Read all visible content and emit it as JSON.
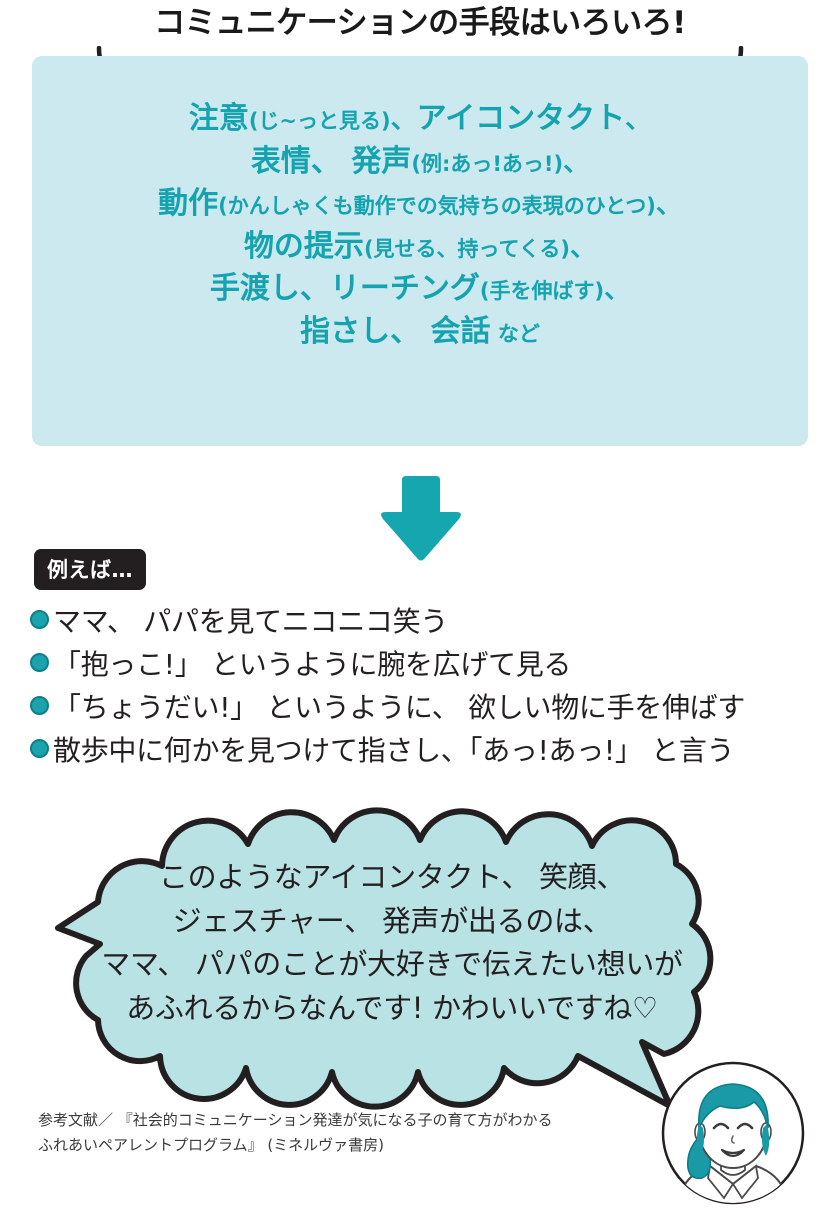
{
  "title": {
    "text": "コミュニケーションの手段はいろいろ!"
  },
  "means_box": {
    "lines": [
      {
        "id": "line1",
        "parts": [
          {
            "t": "注意",
            "style": "main"
          },
          {
            "t": "(じ~っと見る)",
            "style": "sub"
          },
          {
            "t": "、",
            "style": "pnc"
          },
          {
            "t": "アイコンタクト",
            "style": "main"
          },
          {
            "t": "、",
            "style": "pnc"
          }
        ]
      },
      {
        "id": "line2",
        "parts": [
          {
            "t": "表情、 発声",
            "style": "main"
          },
          {
            "t": "(例:あっ!あっ!)",
            "style": "sub"
          },
          {
            "t": "、",
            "style": "pnc"
          }
        ]
      },
      {
        "id": "line3",
        "parts": [
          {
            "t": "動作",
            "style": "main"
          },
          {
            "t": "(かんしゃくも動作での気持ちの表現のひとつ)",
            "style": "sub"
          },
          {
            "t": "、",
            "style": "pnc"
          }
        ]
      },
      {
        "id": "line4",
        "parts": [
          {
            "t": "物の提示",
            "style": "main"
          },
          {
            "t": "(見せる、持ってくる)",
            "style": "sub"
          },
          {
            "t": "、",
            "style": "pnc"
          }
        ]
      },
      {
        "id": "line5",
        "parts": [
          {
            "t": "手渡し、リーチング",
            "style": "main"
          },
          {
            "t": "(手を伸ばす)",
            "style": "sub"
          },
          {
            "t": "、",
            "style": "pnc"
          }
        ]
      },
      {
        "id": "line6",
        "parts": [
          {
            "t": "指さし、 会話",
            "style": "main"
          },
          {
            "t": "  など",
            "style": "sub"
          }
        ]
      }
    ]
  },
  "arrow": {
    "direction": "down",
    "color": "#16a6b0"
  },
  "example_section": {
    "badge_label": "例えば…",
    "items": [
      {
        "text": "ママ、 パパを見てニコニコ笑う"
      },
      {
        "text": "「抱っこ!」 というように腕を広げて見る"
      },
      {
        "text": "「ちょうだい!」 というように、 欲しい物に手を伸ばす"
      },
      {
        "text": "散歩中に何かを見つけて指さし、「あっ!あっ!」 と言う"
      }
    ]
  },
  "cloud_bubble": {
    "lines": [
      "このようなアイコンタクト、 笑顔、",
      "ジェスチャー、 発声が出るのは、",
      "ママ、 パパのことが大好きで伝えたい想いが",
      "あふれるからなんです!  かわいいですね♡"
    ]
  },
  "footer": {
    "lines": [
      "参考文献／ 『社会的コミュニケーション発達が気になる子の育て方がわかる",
      "ふれあいペアレントプログラム』 (ミネルヴァ書房)"
    ]
  },
  "colors": {
    "box_background": "#cbe9ee",
    "box_text": "#16a3b0",
    "bubble_fill": "#b8e2e4",
    "accent_teal": "#16a6b0",
    "badge_background": "#231f20",
    "body_text": "#231f20",
    "hair_teal": "#1a9aa6"
  }
}
